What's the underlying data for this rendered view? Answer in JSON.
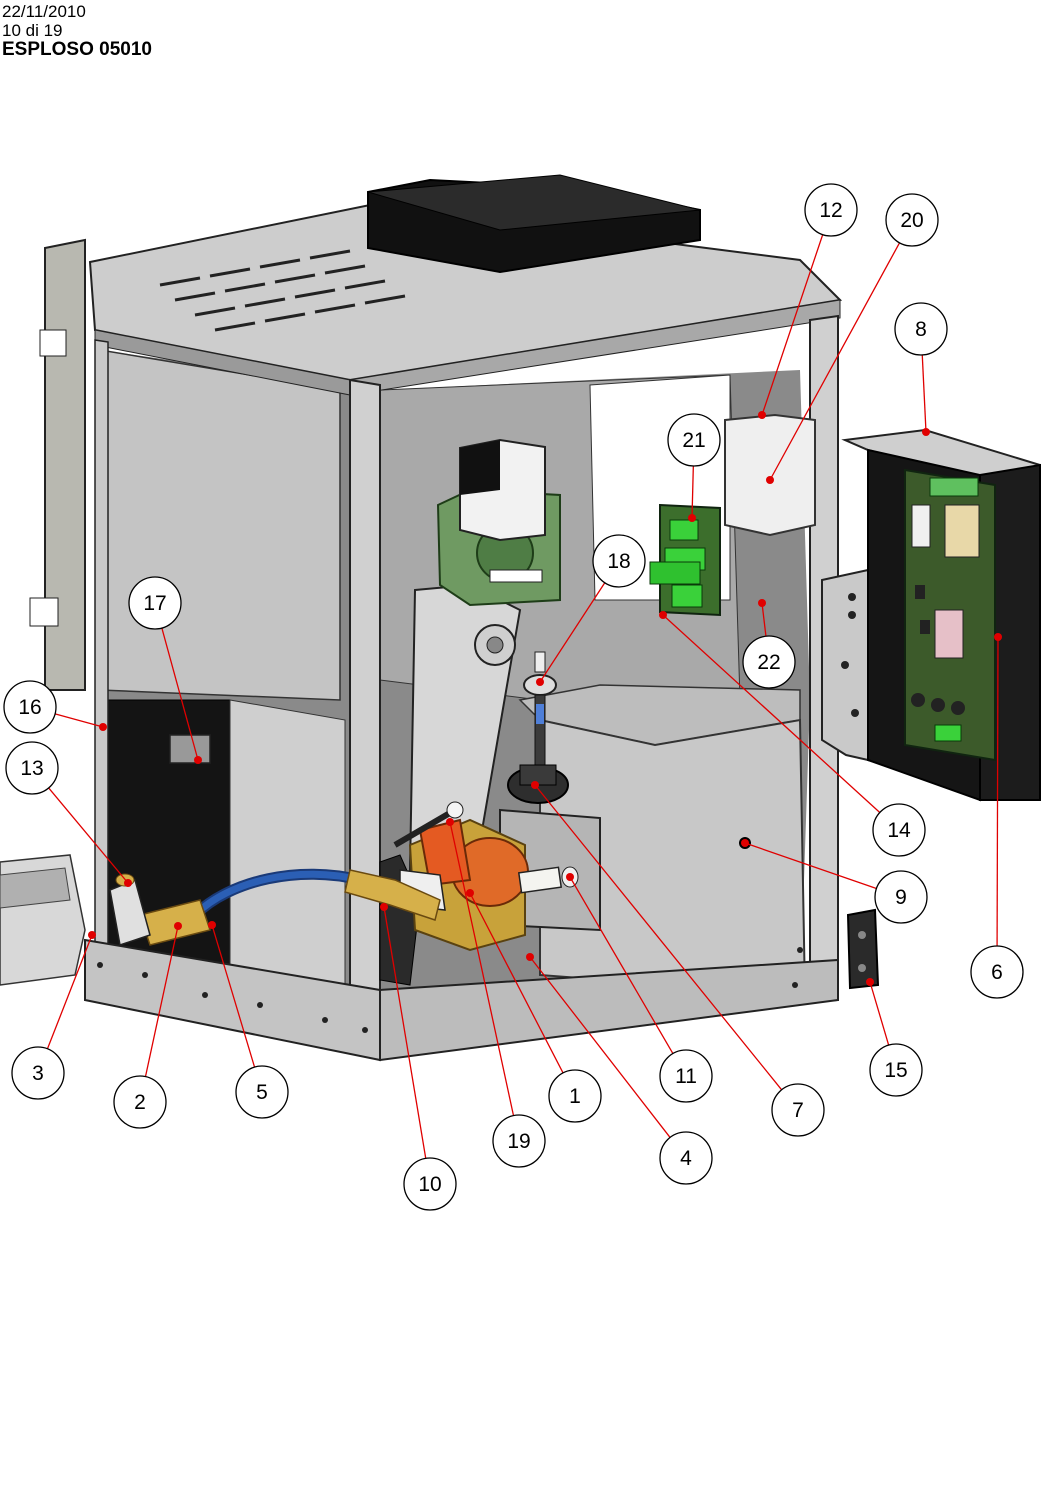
{
  "header": {
    "date": "22/11/2010",
    "page": "10 di 19",
    "title": "ESPLOSO 05010"
  },
  "colors": {
    "leader": "#e00000",
    "frame": "#c9c9c9",
    "panel": "#bcbcbc",
    "dark": "#1a1a1a",
    "pcb_green": "#3c6e2c",
    "connector_green": "#3ad13a",
    "pump_orange": "#e06a28",
    "brass": "#c8a23a",
    "tube_blue": "#2b5fb5"
  },
  "callouts": [
    {
      "label": "1"
    },
    {
      "label": "2"
    },
    {
      "label": "3"
    },
    {
      "label": "4"
    },
    {
      "label": "5"
    },
    {
      "label": "6"
    },
    {
      "label": "7"
    },
    {
      "label": "8"
    },
    {
      "label": "9"
    },
    {
      "label": "10"
    },
    {
      "label": "11"
    },
    {
      "label": "12"
    },
    {
      "label": "13"
    },
    {
      "label": "14"
    },
    {
      "label": "15"
    },
    {
      "label": "16"
    },
    {
      "label": "17"
    },
    {
      "label": "18"
    },
    {
      "label": "19"
    },
    {
      "label": "20"
    },
    {
      "label": "21"
    },
    {
      "label": "22"
    }
  ]
}
